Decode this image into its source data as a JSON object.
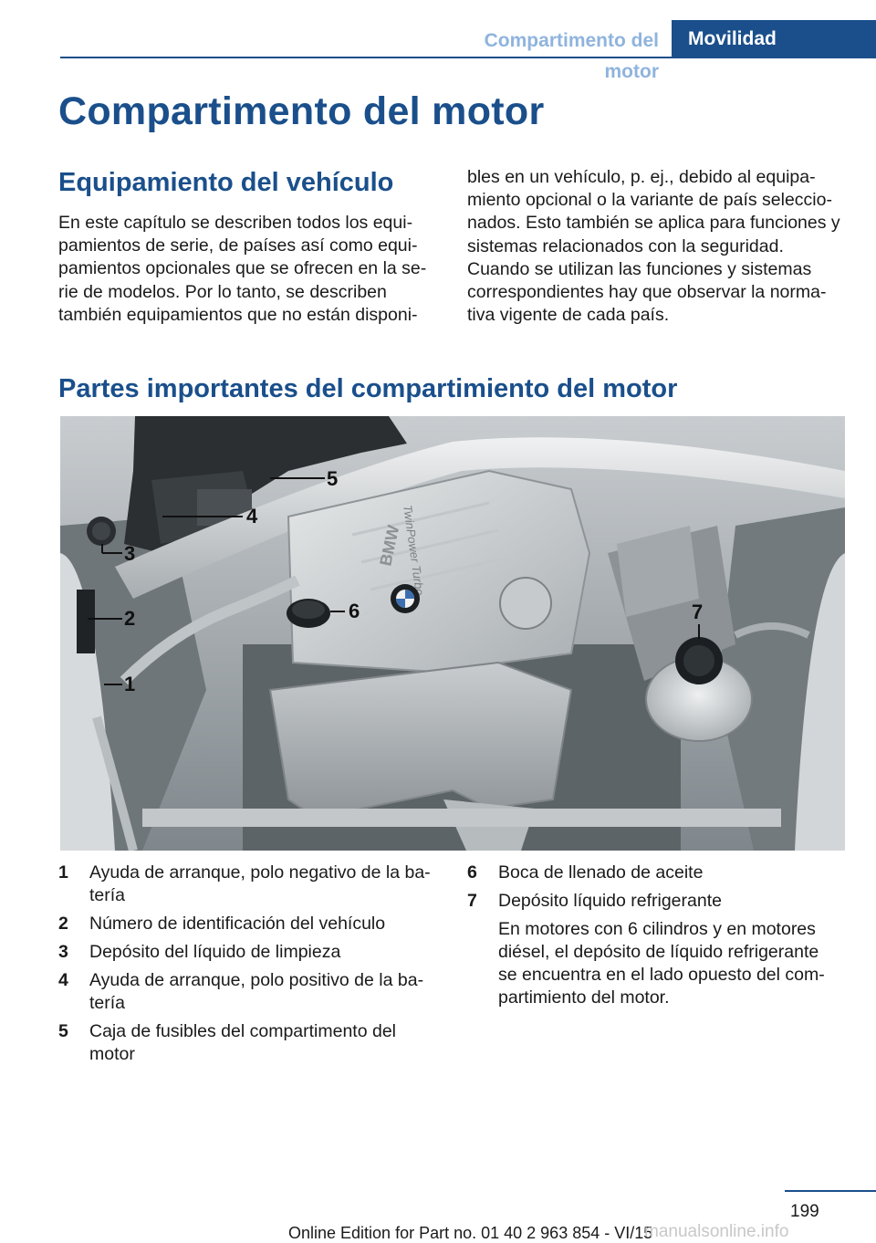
{
  "header": {
    "section": "Compartimento del motor",
    "chapter": "Movilidad"
  },
  "page_title": "Compartimento del motor",
  "vehicle_equipment": {
    "title": "Equipamiento del vehículo",
    "left_lines": [
      "En este capítulo se describen todos los equi‐",
      "pamientos de serie, de países así como equi‐",
      "pamientos opcionales que se ofrecen en la se‐",
      "rie de modelos. Por lo tanto, se describen",
      "también equipamientos que no están disponi‐"
    ],
    "right_lines": [
      "bles en un vehículo, p. ej., debido al equipa‐",
      "miento opcional o la variante de país seleccio‐",
      "nados. Esto también se aplica para funciones y",
      "sistemas relacionados con la seguridad.",
      "Cuando se utilizan las funciones y sistemas",
      "correspondientes hay que observar la norma‐",
      "tiva vigente de cada país."
    ]
  },
  "engine_parts": {
    "title": "Partes importantes del compartimiento del motor",
    "photo_badge": "BMW",
    "photo_cover_text": "TwinPower Turbo",
    "callouts": [
      "1",
      "2",
      "3",
      "4",
      "5",
      "6",
      "7"
    ],
    "legend": [
      {
        "num": "1",
        "lines": [
          "Ayuda de arranque, polo negativo de la ba‐",
          "tería"
        ]
      },
      {
        "num": "2",
        "lines": [
          "Número de identificación del vehículo"
        ]
      },
      {
        "num": "3",
        "lines": [
          "Depósito del líquido de limpieza"
        ]
      },
      {
        "num": "4",
        "lines": [
          "Ayuda de arranque, polo positivo de la ba‐",
          "tería"
        ]
      },
      {
        "num": "5",
        "lines": [
          "Caja de fusibles del compartimento del",
          "motor"
        ]
      },
      {
        "num": "6",
        "lines": [
          "Boca de llenado de aceite"
        ]
      },
      {
        "num": "7",
        "lines": [
          "Depósito líquido refrigerante"
        ]
      }
    ],
    "note_lines": [
      "En motores con 6 cilindros y en motores",
      "diésel, el depósito de líquido refrigerante",
      "se encuentra en el lado opuesto del com‐",
      "partimiento del motor."
    ]
  },
  "footer": {
    "page_number": "199",
    "edition": "Online Edition for Part no. 01 40 2 963 854 - VI/15",
    "watermark": "manualsonline.info"
  }
}
